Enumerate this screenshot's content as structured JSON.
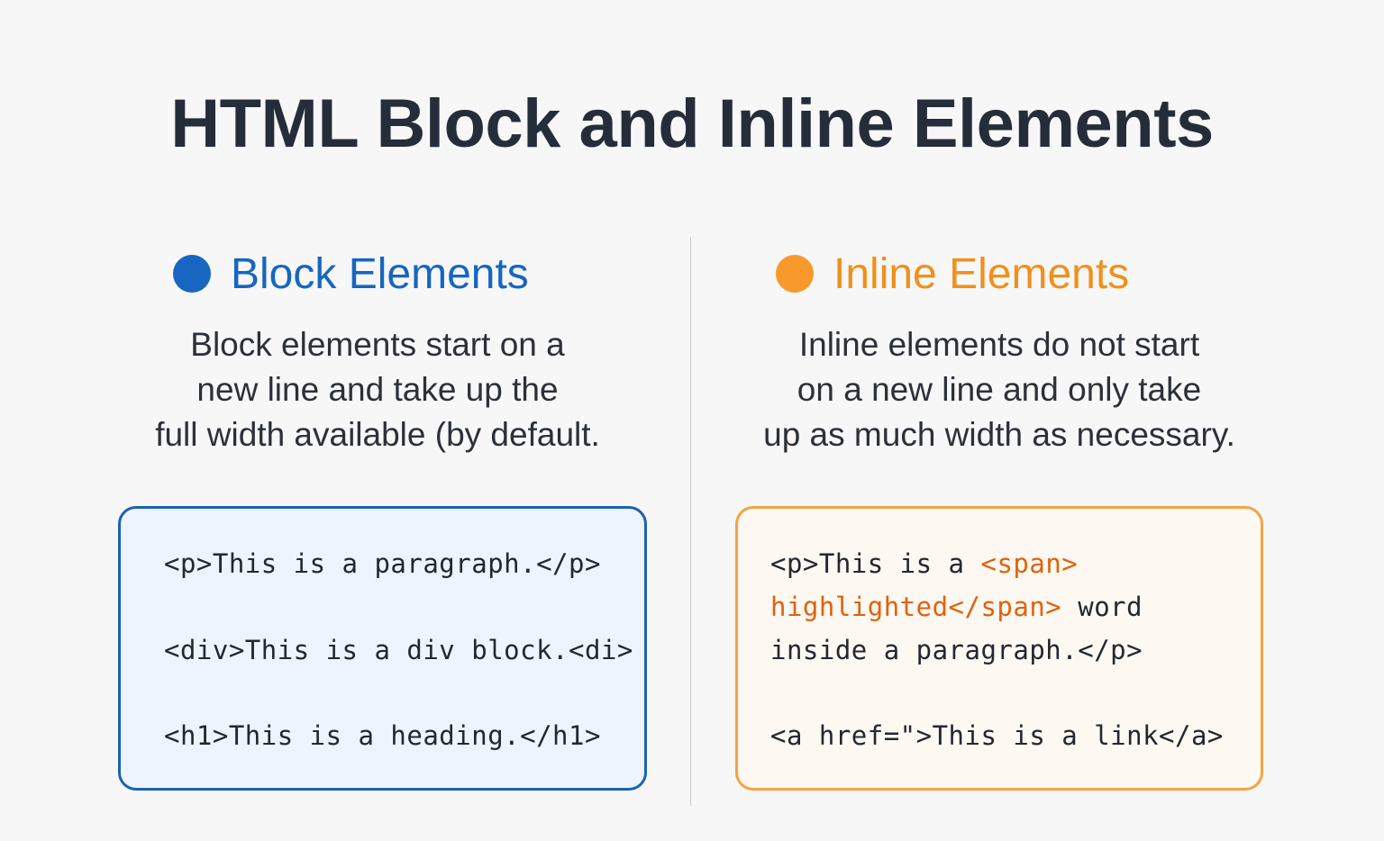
{
  "title": "HTML Block and Inline Elements",
  "block": {
    "heading": "Block Elements",
    "dot_color": "#1766c1",
    "description_lines": [
      "Block elements start on a",
      "new line and take up the",
      "full width available (by default."
    ],
    "code_lines": [
      "<p>This is a paragraph.</p>",
      "<div>This is a div block.<di>",
      "<h1>This is a heading.</h1>"
    ]
  },
  "inline": {
    "heading": "Inline Elements",
    "dot_color": "#f79a2b",
    "description_lines": [
      "Inline elements do not start",
      "on a new line and only take",
      "up as much width as necessary."
    ],
    "code": {
      "line1_plain": "<p>This is a ",
      "line1_highlight": "<span>",
      "line2_highlight": "highlighted</span>",
      "line2_plain": " word",
      "line3": "inside a paragraph.</p>",
      "line4": "<a href=\">This is a link</a>"
    }
  },
  "colors": {
    "block_accent": "#1766c1",
    "inline_accent": "#f0901d",
    "code_highlight": "#e0620e"
  }
}
